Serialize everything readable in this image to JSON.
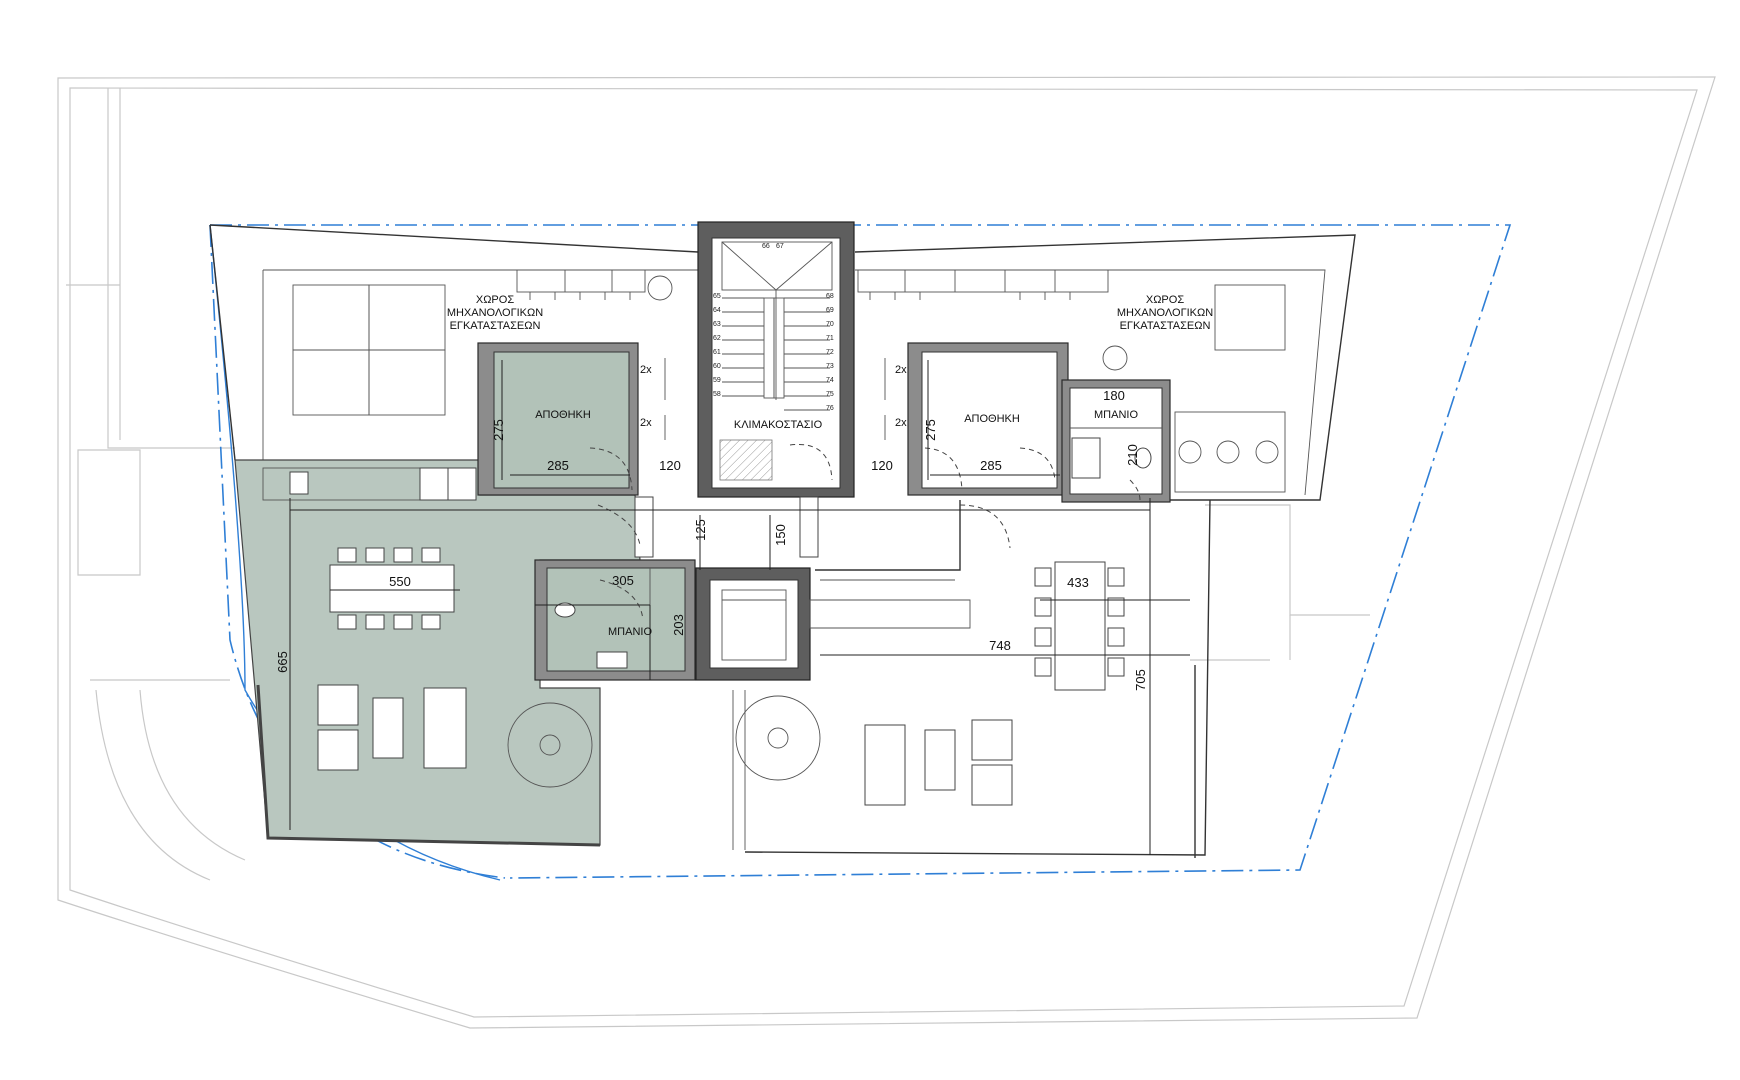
{
  "colors": {
    "terrace_fill": "#b9c7bf",
    "room_fill": "#b2c2b8",
    "boundary": "#2f7fd6",
    "wall": "#8c8c8c",
    "stair_wall": "#5e5e5e"
  },
  "rooms": {
    "mech_left": [
      "ΧΩΡΟΣ",
      "ΜΗΧΑΝΟΛΟΓΙΚΩΝ",
      "ΕΓΚΑΤΑΣΤΑΣΕΩΝ"
    ],
    "mech_right": [
      "ΧΩΡΟΣ",
      "ΜΗΧΑΝΟΛΟΓΙΚΩΝ",
      "ΕΓΚΑΤΑΣΤΑΣΕΩΝ"
    ],
    "storage_left": "ΑΠΟΘΗΚΗ",
    "storage_right": "ΑΠΟΘΗΚΗ",
    "staircase": "ΚΛΙΜΑΚΟΣΤΑΣΙΟ",
    "bath_left": "ΜΠΑΝΙΟ",
    "bath_right": "ΜΠΑΝΙΟ"
  },
  "dimensions": {
    "storage_left_h": "275",
    "storage_left_w": "285",
    "corridor_left": "120",
    "storage_right_h": "275",
    "storage_right_w": "285",
    "corridor_right": "120",
    "bath_right_w": "180",
    "bath_right_h": "210",
    "lobby_left": "125",
    "lobby_right": "150",
    "table_left": "550",
    "bath_left_w": "305",
    "bath_left_h": "203",
    "terrace_left_h": "665",
    "table_right": "433",
    "terrace_right_w": "748",
    "terrace_right_h": "705"
  },
  "units": {
    "ac_left_1": "2x",
    "ac_left_2": "2x",
    "ac_right_1": "2x",
    "ac_right_2": "2x"
  },
  "stair_steps": {
    "top_left": "66",
    "top_right": "67",
    "left": [
      "65",
      "64",
      "63",
      "62",
      "61",
      "60",
      "59",
      "58"
    ],
    "right": [
      "68",
      "69",
      "70",
      "71",
      "72",
      "73",
      "74",
      "75",
      "76"
    ]
  }
}
